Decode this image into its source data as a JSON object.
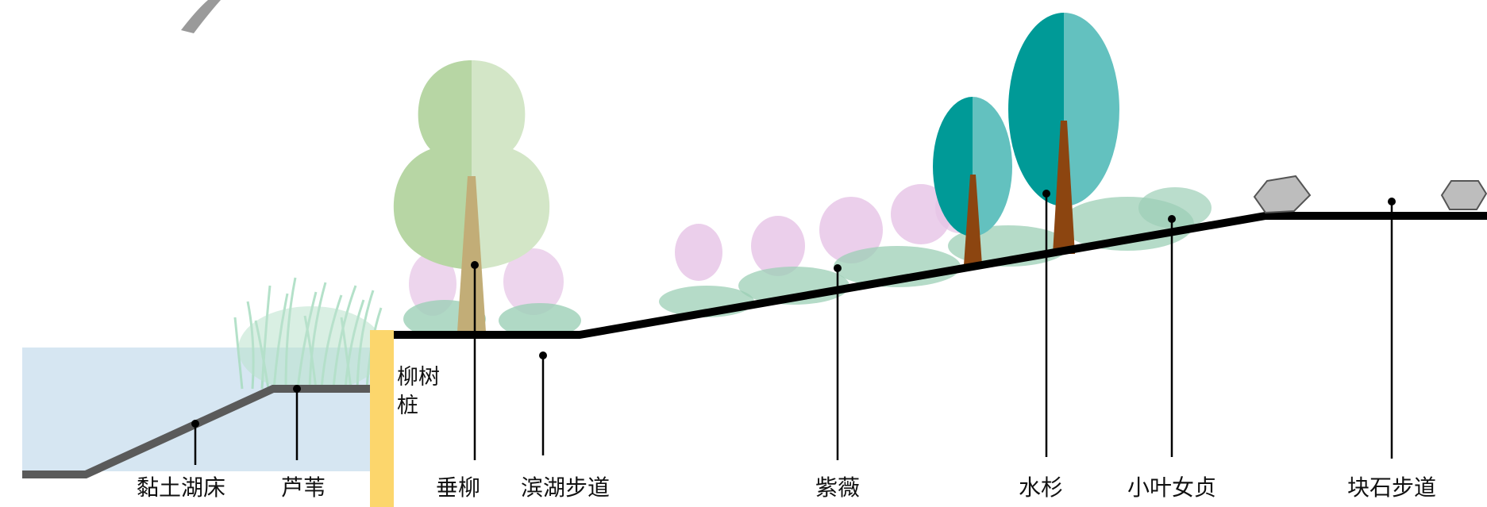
{
  "labels": {
    "clay_lakebed": "黏土湖床",
    "reed": "芦苇",
    "willow_pile": "柳树桩",
    "weeping_willow": "垂柳",
    "lakeside_path": "滨湖步道",
    "crape_myrtle": "紫薇",
    "metasequoia": "水杉",
    "privet": "小叶女贞",
    "stone_path": "块石步道"
  },
  "colors": {
    "water": "#d6e6f2",
    "ground_line": "#000000",
    "lakebed_line": "#5a5a5a",
    "pile": "#fcd66c",
    "willow_light": "#d3e6c7",
    "willow_dark": "#b7d6a4",
    "willow_trunk": "#c2ad77",
    "metasequoia_dark": "#009a97",
    "metasequoia_light": "#63c1bf",
    "metasequoia_trunk": "#8c4510",
    "shrub_green": "#9ccfb6",
    "crape_myrtle_pink": "#e6c3e6",
    "reed_green": "#a8dcc0",
    "stone": "#bdbdbd"
  }
}
